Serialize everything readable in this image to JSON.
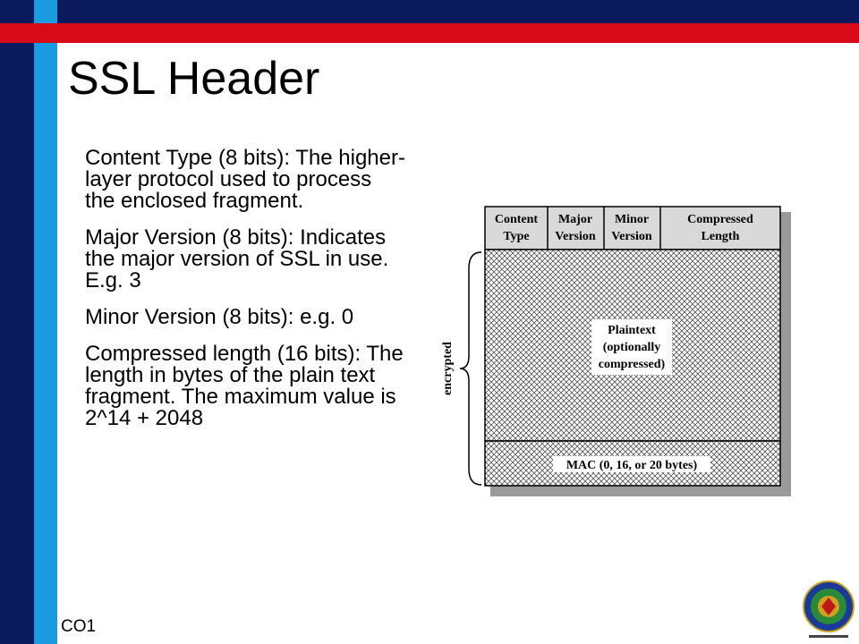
{
  "slide": {
    "title": "SSL Header",
    "bullets": [
      "Content Type (8 bits): The higher-layer protocol used to process the enclosed fragment.",
      "Major Version (8 bits): Indicates the major version of SSL in use. E.g. 3",
      "Minor Version (8 bits): e.g. 0",
      "Compressed length (16 bits): The length in bytes of the plain text fragment.  The maximum value is 2^14 + 2048"
    ],
    "footer": "CO1"
  },
  "diagram": {
    "header_fields": [
      {
        "line1": "Content",
        "line2": "Type"
      },
      {
        "line1": "Major",
        "line2": "Version"
      },
      {
        "line1": "Minor",
        "line2": "Version"
      },
      {
        "line1": "Compressed",
        "line2": "Length"
      }
    ],
    "plaintext_lines": [
      "Plaintext",
      "(optionally",
      "compressed)"
    ],
    "mac_label": "MAC (0, 16, or 20 bytes)",
    "brace_label": "encrypted"
  },
  "colors": {
    "navy": "#0a1a5c",
    "cyan": "#1a9be0",
    "red": "#d60a18"
  }
}
